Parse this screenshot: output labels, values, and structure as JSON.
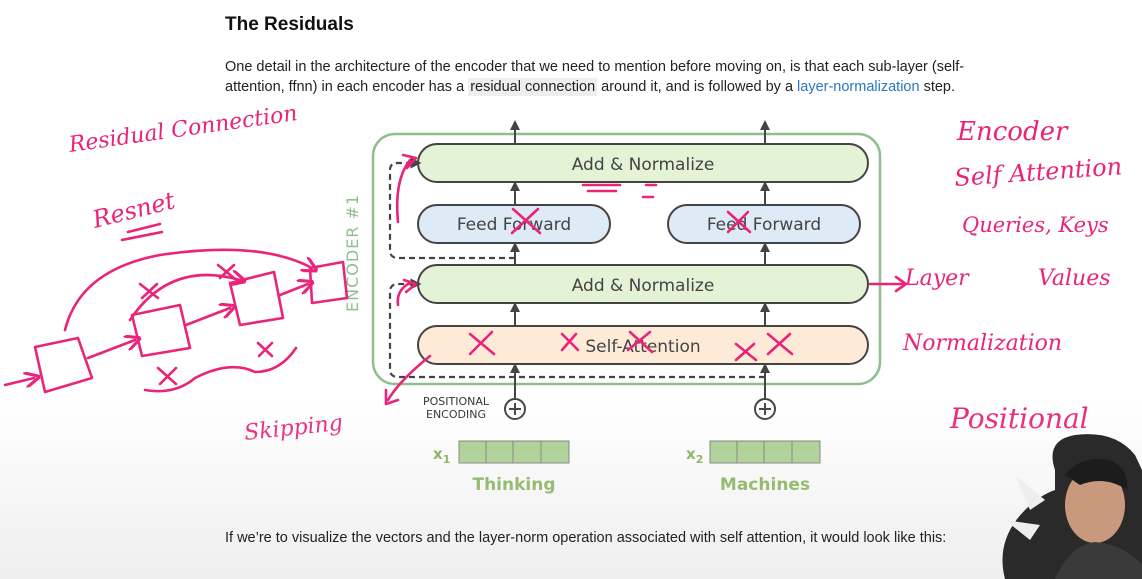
{
  "article": {
    "title": "The Residuals",
    "paragraph_1": "One detail in the architecture of the encoder that we need to mention before moving on, is that each sub-layer (self-attention, ffnn) in each encoder has a ",
    "paragraph_highlight": "residual connection",
    "paragraph_2": " around it, and is followed by a ",
    "paragraph_link": "layer-normalization",
    "paragraph_3": " step.",
    "bottom_text": "If we’re to visualize the vectors and the layer-norm operation associated with self attention, it would look like this:"
  },
  "diagram": {
    "encoder_label": "ENCODER #1",
    "add_norm_top": "Add & Normalize",
    "feed_forward_1": "Feed Forward",
    "feed_forward_2": "Feed Forward",
    "add_norm_bottom": "Add & Normalize",
    "self_attention": "Self-Attention",
    "positional_line1": "POSITIONAL",
    "positional_line2": "ENCODING",
    "x1_label": "x",
    "x1_sub": "1",
    "x2_label": "x",
    "x2_sub": "2",
    "word_1": "Thinking",
    "word_2": "Machines",
    "colors": {
      "encoder_border": "#8fbf8f",
      "add_norm_fill": "#e4f2d5",
      "feed_forward_fill": "#dfeaf7",
      "self_attention_fill": "#fdebd8",
      "vector_fill": "#a8d08d",
      "word_color": "#7cae4a"
    }
  },
  "annotations": {
    "residual_connection": "Residual Connection",
    "resnet": "Resnet",
    "skipping": "Skipping",
    "encoder": "Encoder",
    "self_attention": "Self Attention",
    "queries_keys": "Queries, Keys",
    "values": "Values",
    "layer": "Layer",
    "normalization": "Normalization",
    "positional": "Positional",
    "ink_color": "#ea2478"
  }
}
